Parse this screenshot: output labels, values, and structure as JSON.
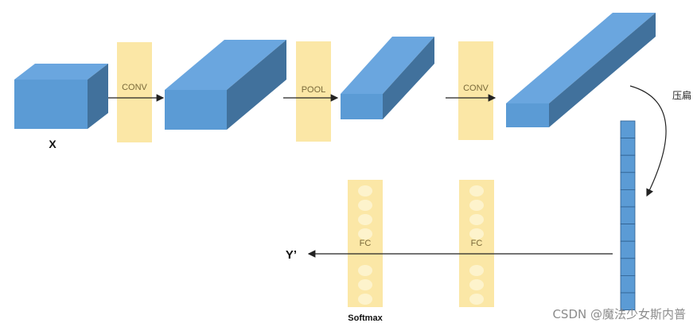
{
  "input_label": "X",
  "layers": {
    "conv1": "CONV",
    "pool": "POOL",
    "conv2": "CONV",
    "fc1": "FC",
    "fc2": "FC"
  },
  "flatten_label": "压扁",
  "output_label": "Y’",
  "softmax_label": "Softmax",
  "watermark": "CSDN @魔法少女斯内普",
  "colors": {
    "block_front": "#5b9bd5",
    "block_top": "#6aa6df",
    "block_side": "#41719c",
    "layer_band": "#fbe7a6",
    "neuron": "#fdf3cc",
    "arrow": "#222222"
  }
}
